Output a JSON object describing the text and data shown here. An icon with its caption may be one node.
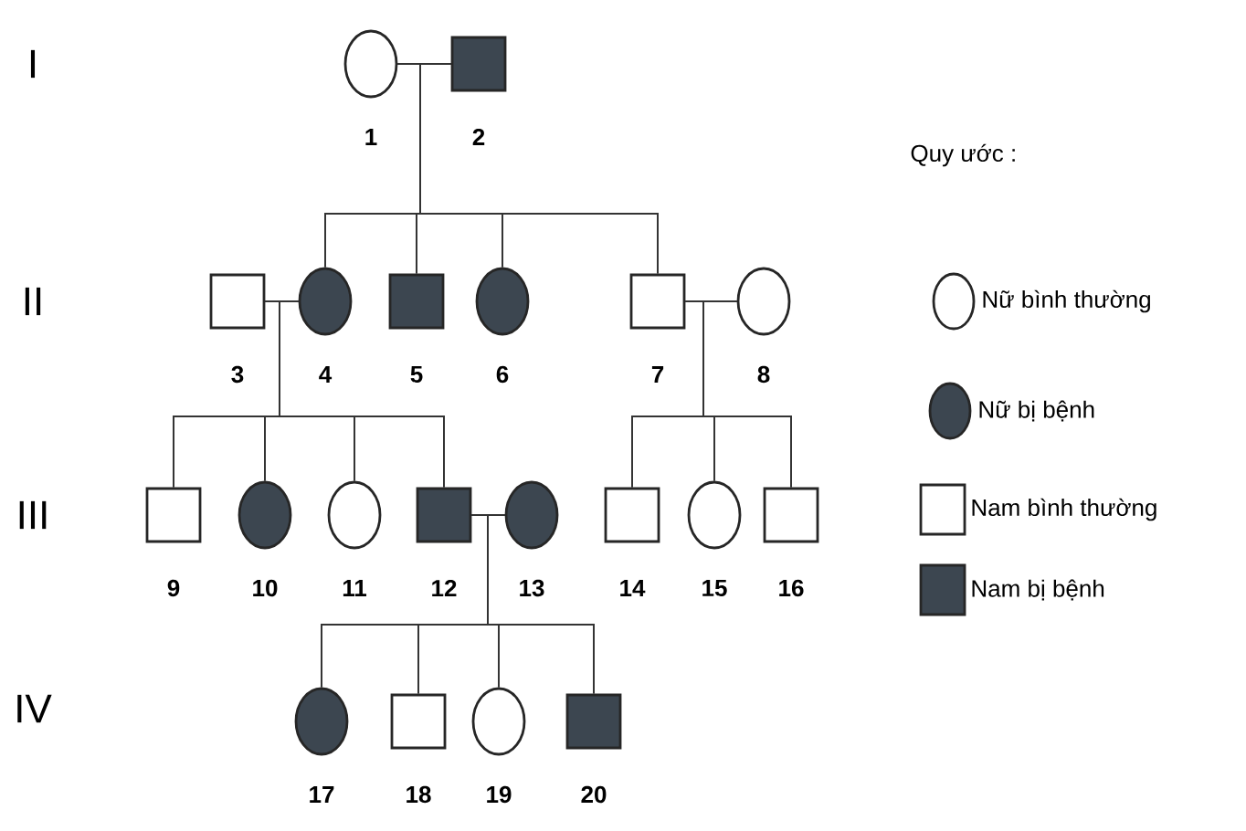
{
  "diagram": {
    "nodes": [
      {
        "text": [],
        "shape": "circle",
        "beside": [
          "1"
        ]
      },
      {
        "text": [],
        "shape": "block",
        "beside": [
          "2"
        ]
      },
      {
        "text": [],
        "shape": "box",
        "beside": [
          "3"
        ]
      },
      {
        "text": [],
        "shape": "disc",
        "beside": [
          "4"
        ]
      },
      {
        "text": [],
        "shape": "block",
        "beside": [
          "5"
        ]
      },
      {
        "text": [],
        "shape": "disc",
        "beside": [
          "6"
        ]
      },
      {
        "text": [],
        "shape": "box",
        "beside": [
          "7"
        ]
      },
      {
        "text": [],
        "shape": "circle",
        "beside": [
          "8"
        ]
      },
      {
        "text": [],
        "shape": "box",
        "beside": [
          "9"
        ]
      },
      {
        "text": [],
        "shape": "disc",
        "beside": [
          "10"
        ]
      },
      {
        "text": [],
        "shape": "circle",
        "beside": [
          "11"
        ]
      },
      {
        "text": [],
        "shape": "block",
        "beside": [
          "12"
        ]
      },
      {
        "text": [],
        "shape": "disc",
        "beside": [
          "13"
        ]
      },
      {
        "text": [],
        "shape": "box",
        "beside": [
          "14"
        ]
      },
      {
        "text": [],
        "shape": "circle",
        "beside": [
          "15"
        ]
      },
      {
        "text": [],
        "shape": "box",
        "beside": [
          "16"
        ]
      },
      {
        "text": [],
        "shape": "disc",
        "beside": [
          "17"
        ]
      },
      {
        "text": [],
        "shape": "box",
        "beside": [
          "18"
        ]
      },
      {
        "text": [],
        "shape": "circle",
        "beside": [
          "19"
        ]
      },
      {
        "text": [],
        "shape": "block",
        "beside": [
          "20"
        ]
      }
    ],
    "edges": [
      {
        "from": 0,
        "to": 1,
        "arrow": "none"
      },
      {
        "from": 0,
        "to": 3,
        "arrow": "none"
      },
      {
        "from": 1,
        "to": 3,
        "arrow": "none"
      },
      {
        "from": 0,
        "to": 4,
        "arrow": "none"
      },
      {
        "from": 1,
        "to": 4,
        "arrow": "none"
      },
      {
        "from": 0,
        "to": 5,
        "arrow": "none"
      },
      {
        "from": 1,
        "to": 5,
        "arrow": "none"
      },
      {
        "from": 0,
        "to": 6,
        "arrow": "none"
      },
      {
        "from": 1,
        "to": 6,
        "arrow": "none"
      },
      {
        "from": 2,
        "to": 3,
        "arrow": "none"
      },
      {
        "from": 6,
        "to": 7,
        "arrow": "none"
      },
      {
        "from": 2,
        "to": 8,
        "arrow": "none"
      },
      {
        "from": 3,
        "to": 8,
        "arrow": "none"
      },
      {
        "from": 2,
        "to": 9,
        "arrow": "none"
      },
      {
        "from": 3,
        "to": 9,
        "arrow": "none"
      },
      {
        "from": 2,
        "to": 10,
        "arrow": "none"
      },
      {
        "from": 3,
        "to": 10,
        "arrow": "none"
      },
      {
        "from": 2,
        "to": 11,
        "arrow": "none"
      },
      {
        "from": 3,
        "to": 11,
        "arrow": "none"
      },
      {
        "from": 6,
        "to": 13,
        "arrow": "none"
      },
      {
        "from": 7,
        "to": 13,
        "arrow": "none"
      },
      {
        "from": 6,
        "to": 14,
        "arrow": "none"
      },
      {
        "from": 7,
        "to": 14,
        "arrow": "none"
      },
      {
        "from": 6,
        "to": 15,
        "arrow": "none"
      },
      {
        "from": 7,
        "to": 15,
        "arrow": "none"
      },
      {
        "from": 11,
        "to": 12,
        "arrow": "none"
      },
      {
        "from": 11,
        "to": 16,
        "arrow": "none"
      },
      {
        "from": 12,
        "to": 16,
        "arrow": "none"
      },
      {
        "from": 11,
        "to": 17,
        "arrow": "none"
      },
      {
        "from": 12,
        "to": 17,
        "arrow": "none"
      },
      {
        "from": 11,
        "to": 18,
        "arrow": "none"
      },
      {
        "from": 12,
        "to": 18,
        "arrow": "none"
      },
      {
        "from": 11,
        "to": 19,
        "arrow": "none"
      },
      {
        "from": 12,
        "to": 19,
        "arrow": "none"
      }
    ],
    "labels": [
      "I",
      "II",
      "III",
      "IV",
      "Quy ước :"
    ],
    "legend": [
      {
        "text": "Nữ bình thường"
      },
      {
        "text": "Nữ bị bệnh"
      },
      {
        "text": "Nam bình thường"
      },
      {
        "text": "Nam bị bệnh"
      }
    ]
  }
}
